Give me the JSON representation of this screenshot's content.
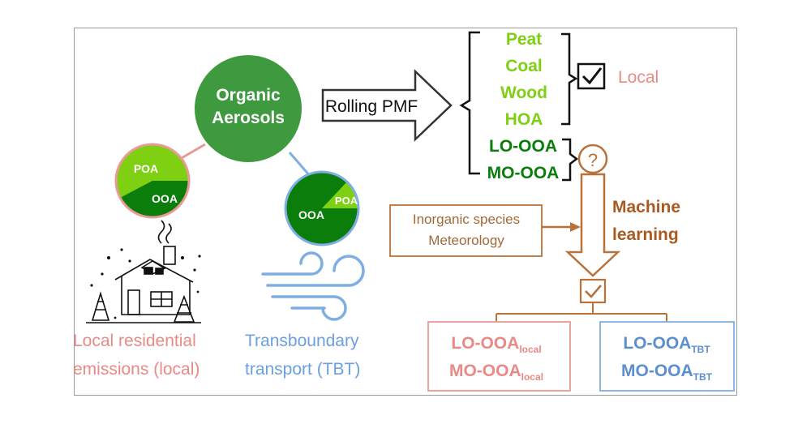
{
  "colors": {
    "dark_green": "#3f9a3f",
    "deep_green": "#0a7d0a",
    "lime": "#7fcf12",
    "salmon": "#e89a96",
    "sky_blue": "#7faee3",
    "brown": "#b8723a",
    "brown_text": "#a85a22",
    "arrow_fill": "#ffffff"
  },
  "center": {
    "line1": "Organic",
    "line2": "Aerosols"
  },
  "pmf_arrow": {
    "label": "Rolling PMF"
  },
  "local_factors": [
    "Peat",
    "Coal",
    "Wood",
    "HOA"
  ],
  "local_label": "Local",
  "oxygenated_factors": [
    "LO-OOA",
    "MO-OOA"
  ],
  "question_mark": "?",
  "residential_pie": {
    "poa": "POA",
    "ooa": "OOA"
  },
  "transport_pie": {
    "ooa": "OOA",
    "poa": "POA"
  },
  "inputs_box": {
    "line1": "Inorganic species",
    "line2": "Meteorology"
  },
  "ml_label": {
    "line1": "Machine",
    "line2": "learning"
  },
  "captions": {
    "residential_line1": "Local residential",
    "residential_line2": "emissions (local)",
    "transport_line1": "Transboundary",
    "transport_line2": "transport (TBT)"
  },
  "result_local": {
    "line1": "LO-OOA",
    "sub1": "local",
    "line2": "MO-OOA",
    "sub2": "local"
  },
  "result_tbt": {
    "line1": "LO-OOA",
    "sub1": "TBT",
    "line2": "MO-OOA",
    "sub2": "TBT"
  },
  "icons": [
    "house-icon",
    "wind-icon",
    "checkbox-icon",
    "check-icon",
    "question-icon"
  ]
}
